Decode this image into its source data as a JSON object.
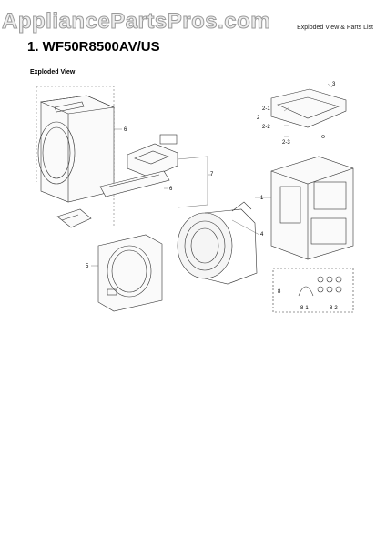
{
  "watermark": "AppliancePartsPros.com",
  "header_note": "Exploded View & Parts List",
  "title": "1.  WF50R8500AV/US",
  "subtitle": "Exploded View",
  "callouts": {
    "c1": "1",
    "c2": "2",
    "c2_1": "2-1",
    "c2_2": "2-2",
    "c2_3": "2-3",
    "c3": "3",
    "c4": "4",
    "c5": "5",
    "c6": "6",
    "c7": "7",
    "c8": "8",
    "c8_1": "8-1",
    "c8_2": "8-2"
  }
}
